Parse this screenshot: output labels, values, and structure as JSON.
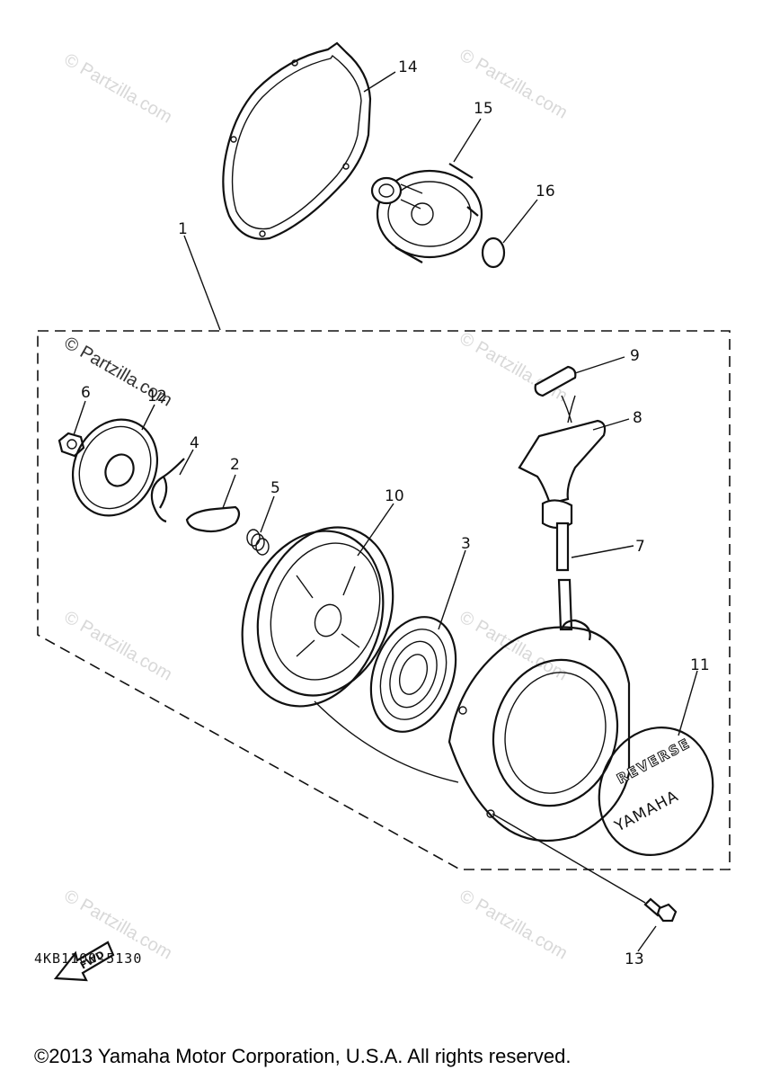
{
  "watermark": "© Partzilla.com",
  "callouts": [
    {
      "id": "c1",
      "text": "1"
    },
    {
      "id": "c2",
      "text": "2"
    },
    {
      "id": "c3",
      "text": "3"
    },
    {
      "id": "c4",
      "text": "4"
    },
    {
      "id": "c5",
      "text": "5"
    },
    {
      "id": "c6",
      "text": "6"
    },
    {
      "id": "c7",
      "text": "7"
    },
    {
      "id": "c8",
      "text": "8"
    },
    {
      "id": "c9",
      "text": "9"
    },
    {
      "id": "c10",
      "text": "10"
    },
    {
      "id": "c11",
      "text": "11"
    },
    {
      "id": "c12",
      "text": "12"
    },
    {
      "id": "c13",
      "text": "13"
    },
    {
      "id": "c14",
      "text": "14"
    },
    {
      "id": "c15",
      "text": "15"
    },
    {
      "id": "c16",
      "text": "16"
    }
  ],
  "emblem": {
    "line1": "REVERSE",
    "line2": "YAMAHA"
  },
  "fwd_label": "FWD",
  "part_number": "4KB1100-5130",
  "copyright": "©2013 Yamaha Motor Corporation, U.S.A. All rights reserved.",
  "colors": {
    "ink": "#111111",
    "watermark": "#d8d8d8",
    "background": "#ffffff"
  }
}
